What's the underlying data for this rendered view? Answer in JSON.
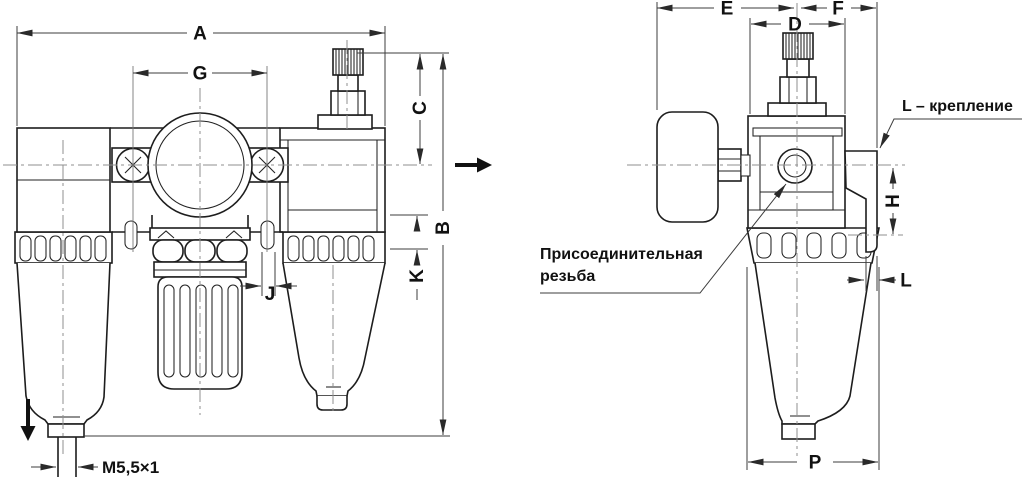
{
  "drawing": {
    "title_hint": "FRL unit dimension drawing",
    "front_view": {
      "dims": {
        "A": "A",
        "G": "G",
        "C": "C",
        "B": "B",
        "K": "K",
        "J": "J"
      },
      "drain_thread": "M5,5×1"
    },
    "side_view": {
      "dims": {
        "E": "E",
        "D": "D",
        "F": "F",
        "H": "H",
        "L": "L",
        "P": "P"
      },
      "bracket_note": "L – крепление",
      "thread_note_line1": "Присоединительная",
      "thread_note_line2": "резьба"
    },
    "colors": {
      "object_line": "#1d1d1d",
      "dimension_line": "#3c3c3c",
      "centerline": "#8f8f8f",
      "text": "#111111",
      "background": "#ffffff"
    }
  }
}
